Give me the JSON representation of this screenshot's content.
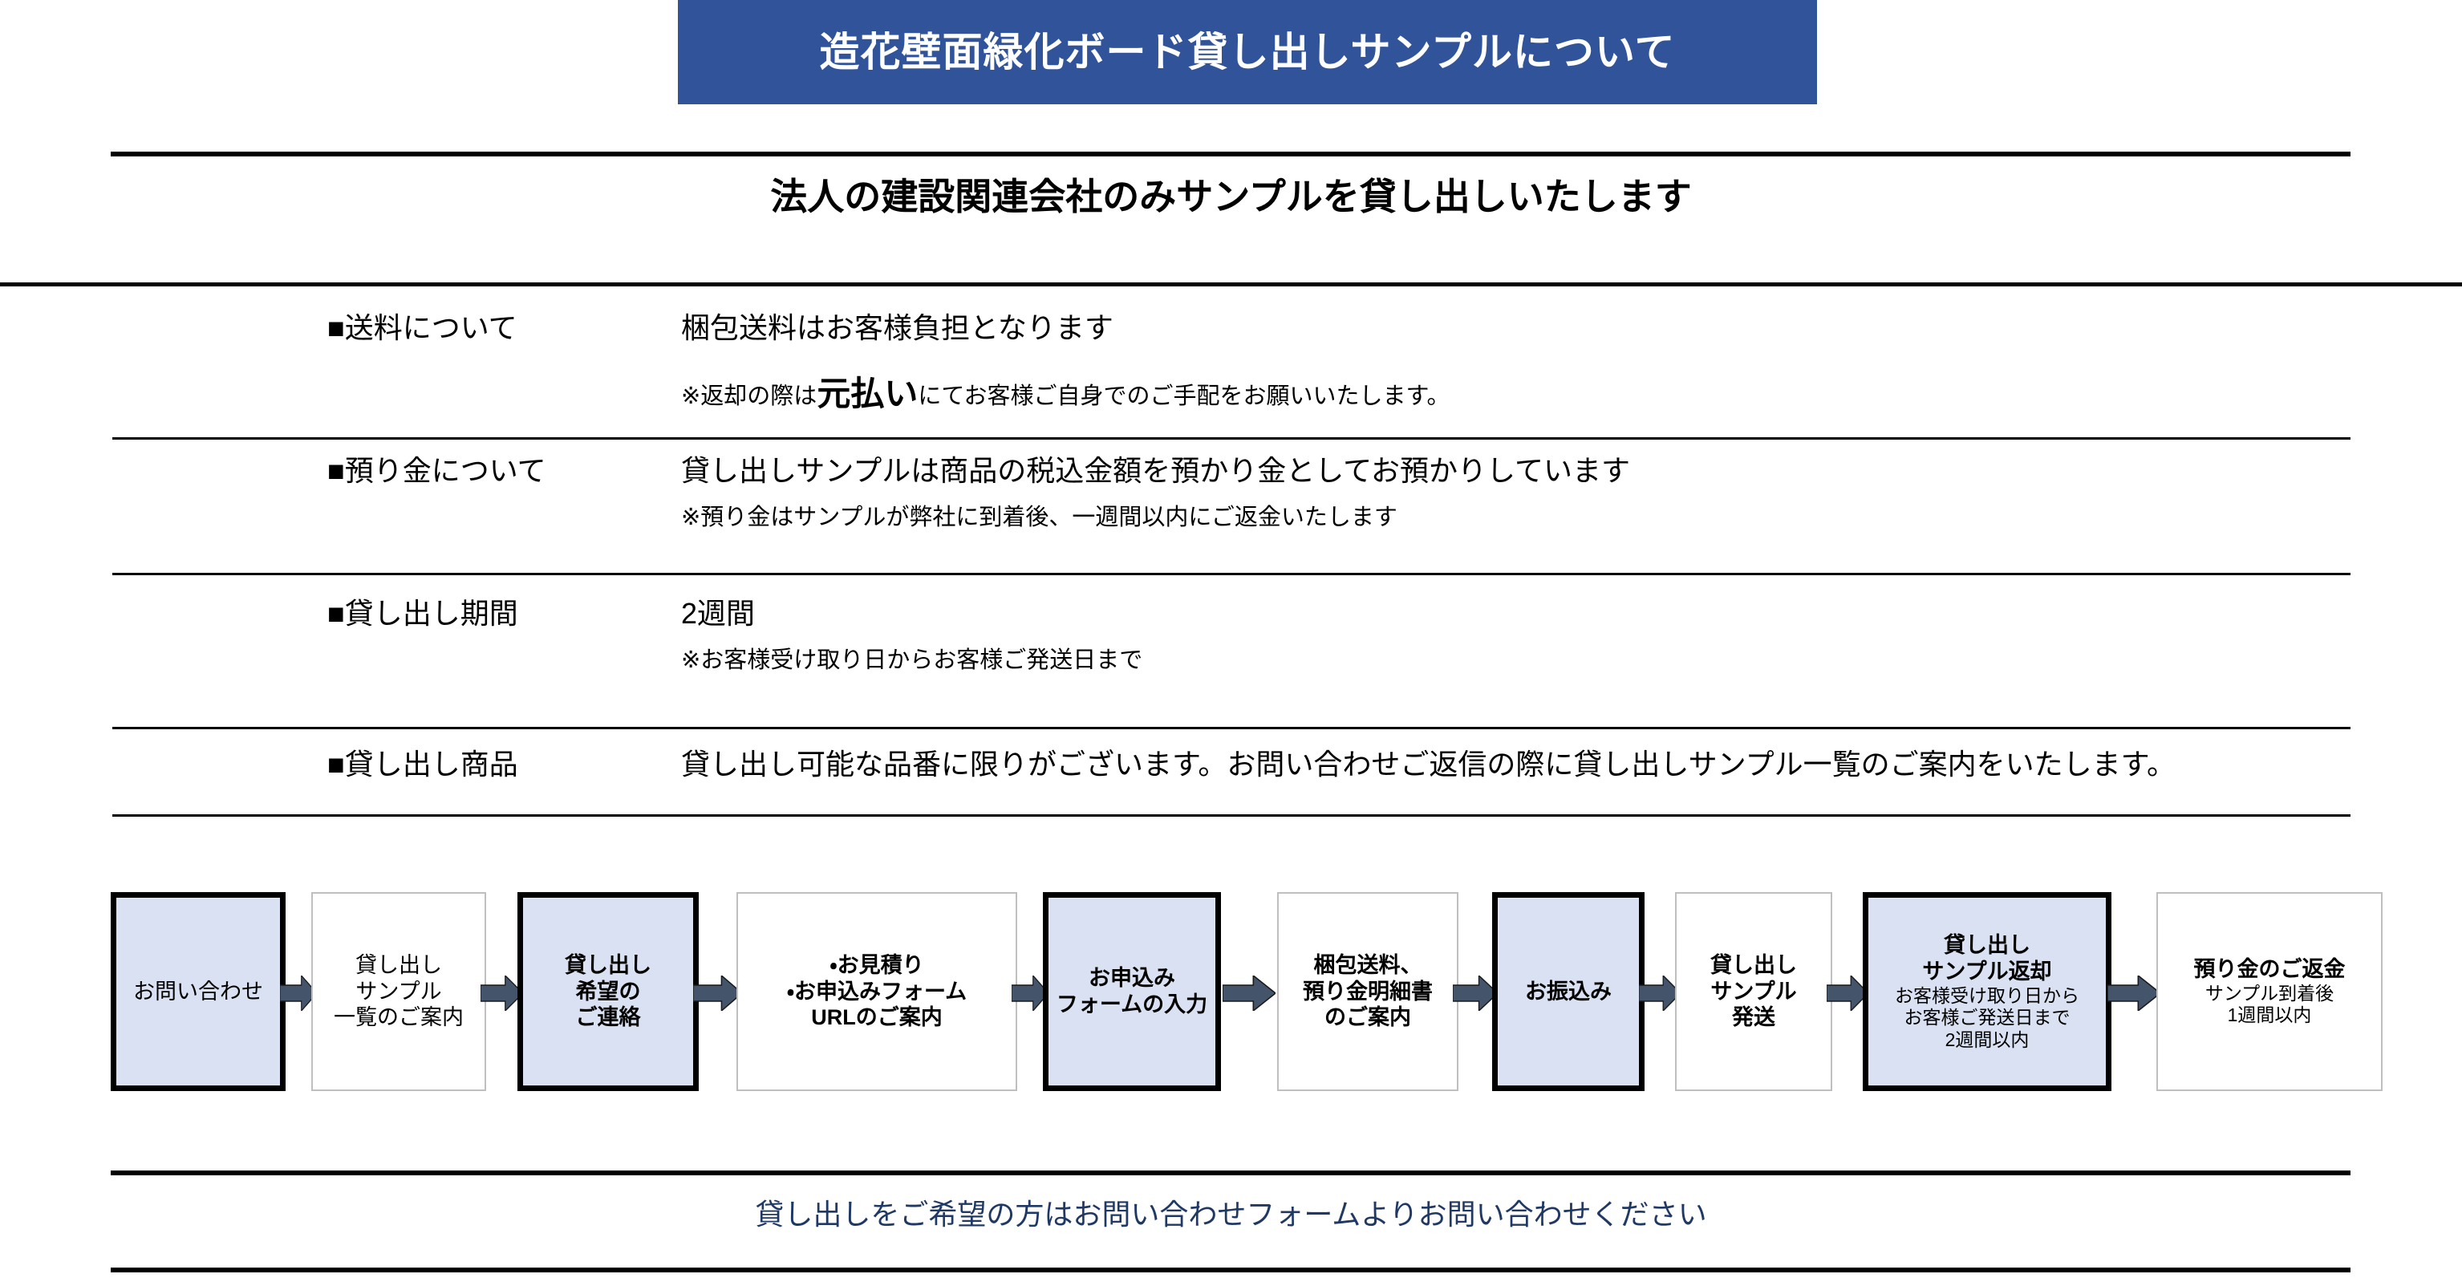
{
  "header": {
    "title": "造花壁面緑化ボード貸し出しサンプルについて",
    "band_color": "#30539A",
    "title_color": "#FFFFFF"
  },
  "subtitle": "法人の建設関連会社のみサンプルを貸し出しいたします",
  "info_rows": [
    {
      "label": "■送料について",
      "main": "梱包送料はお客様負担となります",
      "note_before": "※返却の際は",
      "note_emphasis": "元払い",
      "note_after": "にてお客様ご自身でのご手配をお願いいたします。"
    },
    {
      "label": "■預り金について",
      "main": "貸し出しサンプルは商品の税込金額を預かり金としてお預かりしています",
      "note": "※預り金はサンプルが弊社に到着後、一週間以内にご返金いたします"
    },
    {
      "label": "■貸し出し期間",
      "main": "2週間",
      "note": "※お客様受け取り日からお客様ご発送日まで"
    },
    {
      "label": "■貸し出し商品",
      "main": "貸し出し可能な品番に限りがございます。お問い合わせご返信の際に貸し出しサンプル一覧のご案内をいたします。"
    }
  ],
  "flow": {
    "filled_color": "#D9E1F2",
    "arrow_color": "#44546A",
    "steps": [
      {
        "style": "filled",
        "lines": [
          {
            "text": "お問い合わせ",
            "size": "normal",
            "bold": false
          }
        ]
      },
      {
        "style": "plain",
        "lines": [
          {
            "text": "貸し出し",
            "size": "normal",
            "bold": false
          },
          {
            "text": "サンプル",
            "size": "normal",
            "bold": false
          },
          {
            "text": "一覧のご案内",
            "size": "normal",
            "bold": false
          }
        ]
      },
      {
        "style": "filled",
        "lines": [
          {
            "text": "貸し出し",
            "size": "normal",
            "bold": true
          },
          {
            "text": "希望の",
            "size": "normal",
            "bold": true
          },
          {
            "text": "ご連絡",
            "size": "normal",
            "bold": true
          }
        ]
      },
      {
        "style": "plain",
        "lines": [
          {
            "text": "・お見積り",
            "size": "normal",
            "bold": true
          },
          {
            "text": "・お申込みフォーム",
            "size": "normal",
            "bold": true
          },
          {
            "text": "URLのご案内",
            "size": "normal",
            "bold": true
          }
        ]
      },
      {
        "style": "filled",
        "lines": [
          {
            "text": "お申込み",
            "size": "normal",
            "bold": true
          },
          {
            "text": "フォームの入力",
            "size": "normal",
            "bold": true
          }
        ]
      },
      {
        "style": "plain",
        "lines": [
          {
            "text": "梱包送料、",
            "size": "normal",
            "bold": true
          },
          {
            "text": "預り金明細書",
            "size": "normal",
            "bold": true
          },
          {
            "text": "のご案内",
            "size": "normal",
            "bold": true
          }
        ]
      },
      {
        "style": "filled",
        "lines": [
          {
            "text": "お振込み",
            "size": "normal",
            "bold": true
          }
        ]
      },
      {
        "style": "plain",
        "lines": [
          {
            "text": "貸し出し",
            "size": "normal",
            "bold": true
          },
          {
            "text": "サンプル",
            "size": "normal",
            "bold": true
          },
          {
            "text": "発送",
            "size": "normal",
            "bold": true
          }
        ]
      },
      {
        "style": "filled",
        "lines": [
          {
            "text": "貸し出し",
            "size": "normal",
            "bold": true
          },
          {
            "text": "サンプル返却",
            "size": "normal",
            "bold": true
          },
          {
            "text": "お客様受け取り日から",
            "size": "small",
            "bold": false
          },
          {
            "text": "お客様ご発送日まで",
            "size": "small",
            "bold": false
          },
          {
            "text": "2週間以内",
            "size": "small",
            "bold": false
          }
        ]
      },
      {
        "style": "plain",
        "lines": [
          {
            "text": "預り金のご返金",
            "size": "normal",
            "bold": true
          },
          {
            "text": "サンプル到着後",
            "size": "small",
            "bold": false
          },
          {
            "text": "1週間以内",
            "size": "small",
            "bold": false
          }
        ]
      }
    ]
  },
  "footer": {
    "text": "貸し出しをご希望の方はお問い合わせフォームよりお問い合わせください",
    "color": "#1F3864"
  }
}
